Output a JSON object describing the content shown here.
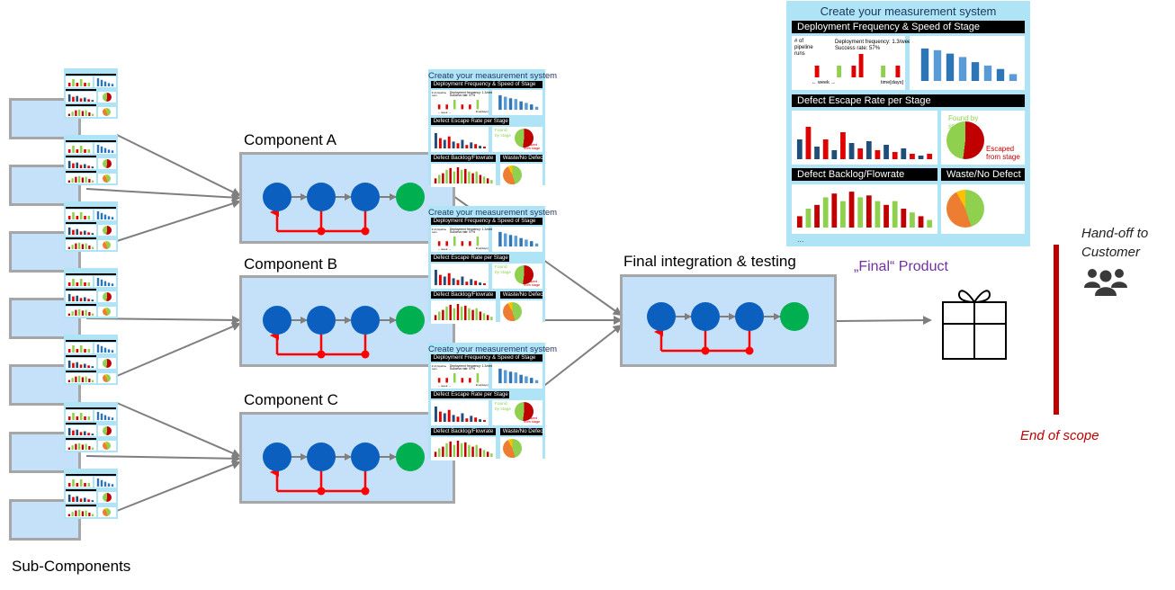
{
  "labels": {
    "sub_components": "Sub-Components",
    "component_a": "Component A",
    "component_b": "Component B",
    "component_c": "Component C",
    "final_integration": "Final integration & testing",
    "final_product": "„Final“ Product",
    "hand_off": "Hand-off to Customer",
    "end_of_scope": "End of scope"
  },
  "dashboard": {
    "title": "Create your measurement system",
    "section_deploy": "Deployment Frequency & Speed of Stage",
    "section_escape": "Defect Escape Rate per Stage",
    "section_backlog": "Defect Backlog/Flowrate",
    "section_waste": "Waste/No Defect",
    "deploy_text": "Deployment frequency: 1.3/week",
    "success_text": "Success rate: 57%",
    "pipeline_axis": "# of pipeline runs",
    "week_axis": "← week →",
    "time_axis": "time[days]",
    "found_by_stage": "Found by stage",
    "escaped_from_stage": "Escaped from stage",
    "ellipsis": "..."
  },
  "colors": {
    "box_fill": "#c5e0f9",
    "box_border": "#a6a6a6",
    "node_blue": "#0a5fbf",
    "node_green": "#00b050",
    "rework_red": "#ff0000",
    "arrow_gray": "#7f7f7f",
    "dashboard_bg": "#aee4f5",
    "product_purple": "#7030a0",
    "scope_red": "#c00000"
  },
  "icons": [
    "gift-icon",
    "people-icon"
  ]
}
